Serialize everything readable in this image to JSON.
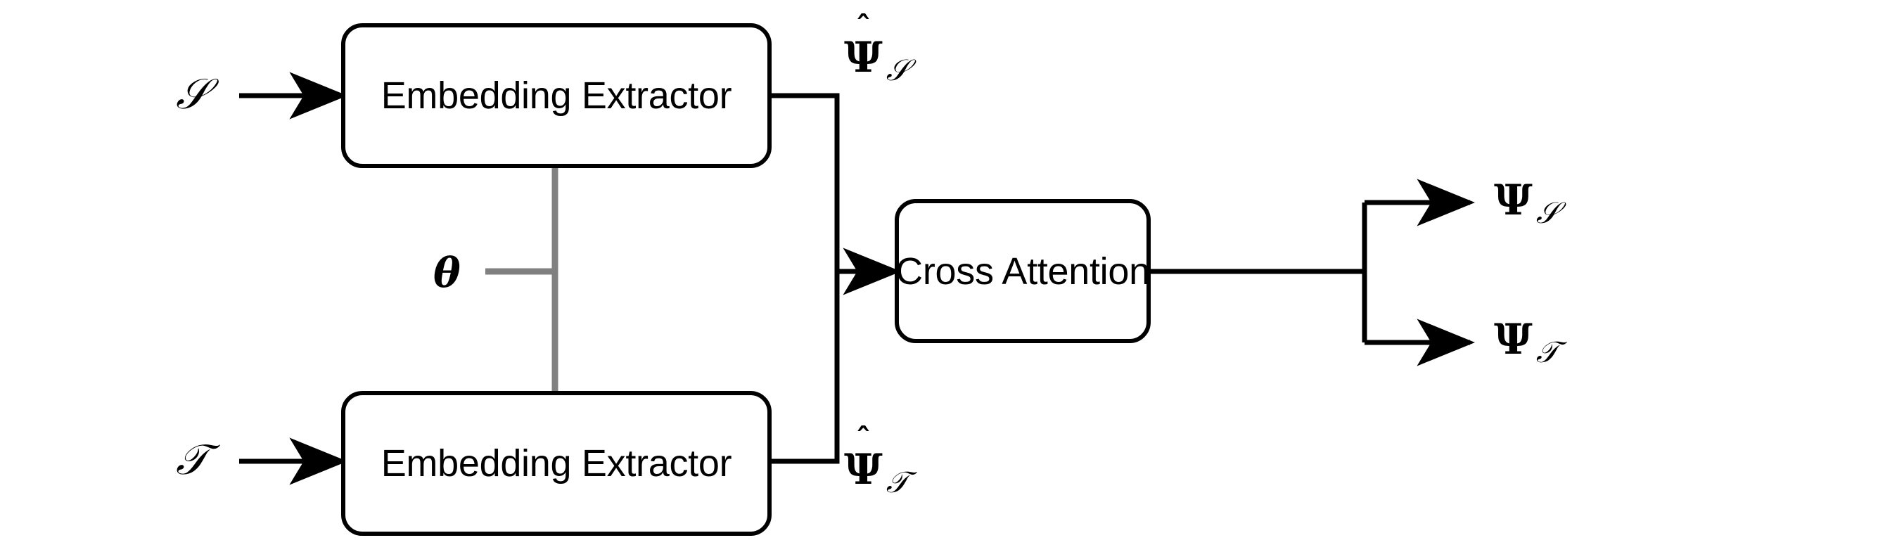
{
  "diagram": {
    "title": "Cross-attention embedding extractor architecture",
    "background_color": "#ffffff",
    "stroke_color": "#000000",
    "shared_param_color": "#808080",
    "nodes": [
      {
        "id": "embedding-extractor-source",
        "label": "Embedding Extractor"
      },
      {
        "id": "embedding-extractor-target",
        "label": "Embedding Extractor"
      },
      {
        "id": "cross-attention",
        "label": "Cross Attention"
      }
    ],
    "inputs": [
      {
        "id": "input-source",
        "symbol": "𝒮"
      },
      {
        "id": "input-target",
        "symbol": "𝒯"
      }
    ],
    "intermediate": [
      {
        "id": "psi-hat-source",
        "base": "Ψ",
        "accent": "ˆ",
        "subscript": "𝒮"
      },
      {
        "id": "psi-hat-target",
        "base": "Ψ",
        "accent": "ˆ",
        "subscript": "𝒯"
      }
    ],
    "outputs": [
      {
        "id": "psi-source",
        "base": "Ψ",
        "subscript": "𝒮"
      },
      {
        "id": "psi-target",
        "base": "Ψ",
        "subscript": "𝒯"
      }
    ],
    "shared_parameter": {
      "id": "theta",
      "symbol": "θ"
    }
  }
}
